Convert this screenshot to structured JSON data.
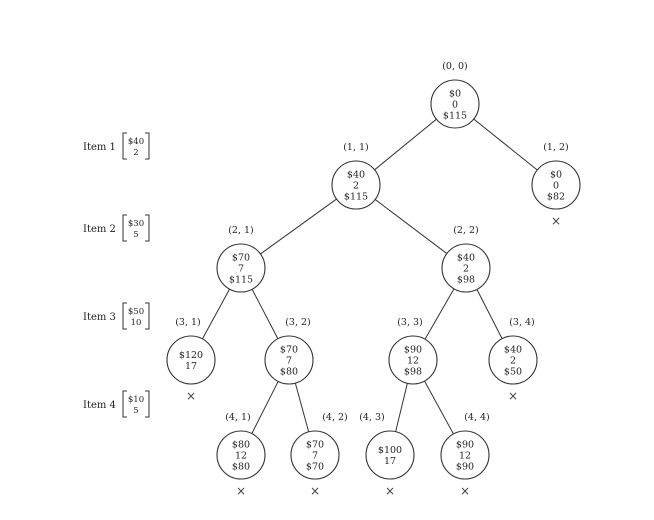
{
  "highlight_color": "#cfe8f6",
  "items": [
    {
      "label": "Item 1",
      "value": "$40",
      "weight": "2"
    },
    {
      "label": "Item 2",
      "value": "$30",
      "weight": "5"
    },
    {
      "label": "Item 3",
      "value": "$50",
      "weight": "10"
    },
    {
      "label": "Item 4",
      "value": "$10",
      "weight": "5"
    }
  ],
  "nodes": [
    {
      "id": "n00",
      "label": "(0, 0)",
      "lines": [
        "$0",
        "0",
        "$115"
      ],
      "pruned": false,
      "highlight": false
    },
    {
      "id": "n11",
      "label": "(1, 1)",
      "lines": [
        "$40",
        "2",
        "$115"
      ],
      "pruned": false,
      "highlight": false
    },
    {
      "id": "n12",
      "label": "(1, 2)",
      "lines": [
        "$0",
        "0",
        "$82"
      ],
      "pruned": true,
      "highlight": false
    },
    {
      "id": "n21",
      "label": "(2, 1)",
      "lines": [
        "$70",
        "7",
        "$115"
      ],
      "pruned": false,
      "highlight": false
    },
    {
      "id": "n22",
      "label": "(2, 2)",
      "lines": [
        "$40",
        "2",
        "$98"
      ],
      "pruned": false,
      "highlight": false
    },
    {
      "id": "n31",
      "label": "(3, 1)",
      "lines": [
        "$120",
        "17"
      ],
      "pruned": true,
      "highlight": false
    },
    {
      "id": "n32",
      "label": "(3, 2)",
      "lines": [
        "$70",
        "7",
        "$80"
      ],
      "pruned": false,
      "highlight": false
    },
    {
      "id": "n33",
      "label": "(3, 3)",
      "lines": [
        "$90",
        "12",
        "$98"
      ],
      "pruned": false,
      "highlight": true
    },
    {
      "id": "n34",
      "label": "(3, 4)",
      "lines": [
        "$40",
        "2",
        "$50"
      ],
      "pruned": true,
      "highlight": false
    },
    {
      "id": "n41",
      "label": "(4, 1)",
      "lines": [
        "$80",
        "12",
        "$80"
      ],
      "pruned": true,
      "highlight": false
    },
    {
      "id": "n42",
      "label": "(4, 2)",
      "lines": [
        "$70",
        "7",
        "$70"
      ],
      "pruned": true,
      "highlight": false
    },
    {
      "id": "n43",
      "label": "(4, 3)",
      "lines": [
        "$100",
        "17"
      ],
      "pruned": true,
      "highlight": false
    },
    {
      "id": "n44",
      "label": "(4, 4)",
      "lines": [
        "$90",
        "12",
        "$90"
      ],
      "pruned": true,
      "highlight": false
    }
  ],
  "edges": [
    [
      "n00",
      "n11"
    ],
    [
      "n00",
      "n12"
    ],
    [
      "n11",
      "n21"
    ],
    [
      "n11",
      "n22"
    ],
    [
      "n21",
      "n31"
    ],
    [
      "n21",
      "n32"
    ],
    [
      "n22",
      "n33"
    ],
    [
      "n22",
      "n34"
    ],
    [
      "n32",
      "n41"
    ],
    [
      "n32",
      "n42"
    ],
    [
      "n33",
      "n43"
    ],
    [
      "n33",
      "n44"
    ]
  ],
  "prune_mark": "×"
}
